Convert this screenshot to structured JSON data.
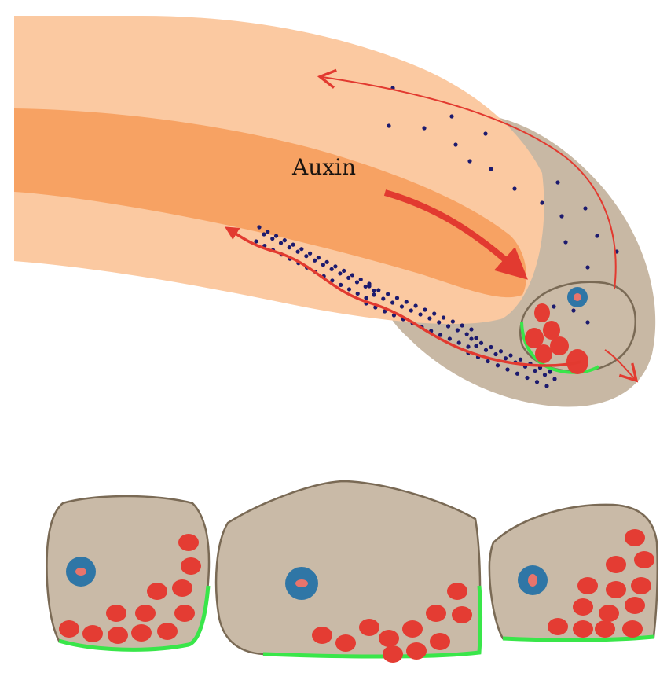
{
  "diagram": {
    "auxin_label": "Auxin",
    "colors": {
      "root_outer": "#fbc9a1",
      "root_stele": "#f7a263",
      "root_cap": "#c8b8a4",
      "cell_fill": "#c9baa7",
      "cell_outline": "#7a6a55",
      "statolith": "#e43c33",
      "nucleus_ring": "#2f76a6",
      "nucleus_core": "#e8746c",
      "membrane_highlight": "#39e64a",
      "auxin_dots": "#1c1a6e",
      "flow_arrow": "#e23a30"
    },
    "icons": [
      "auxin-flow-arrow",
      "statolith-granule",
      "nucleus",
      "auxin-molecule-dot"
    ]
  }
}
